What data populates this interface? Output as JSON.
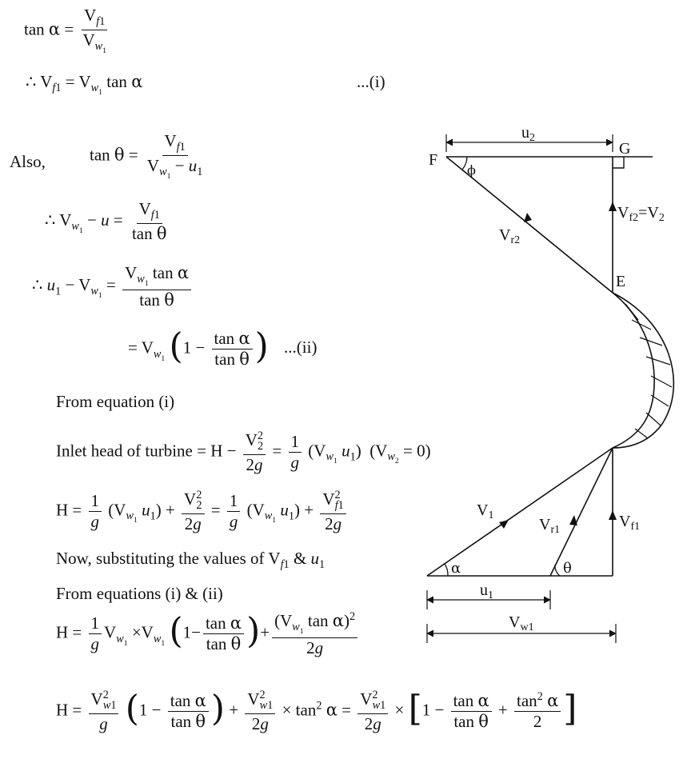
{
  "text": {
    "also": "Also,",
    "tag_i": "...(i)",
    "tag_ii": "...(ii)",
    "from_eq_i": "From equation (i)",
    "inlet_head_label": "Inlet head of turbine =",
    "vw2_zero_note": "(V",
    "now_substituting": "Now, substituting the values of",
    "and_u1": "& u",
    "from_eqs": "From equations (i) & (ii)"
  },
  "diagram_labels": {
    "u2": "u",
    "G": "G",
    "F": "F",
    "phi": "ϕ",
    "Vf2": "V",
    "Vf2_rhs": "=V",
    "Vr2": "V",
    "E": "E",
    "V1": "V",
    "Vr1": "V",
    "Vf1": "V",
    "alpha": "α",
    "theta": "θ",
    "u1": "u",
    "Vw1": "V"
  }
}
